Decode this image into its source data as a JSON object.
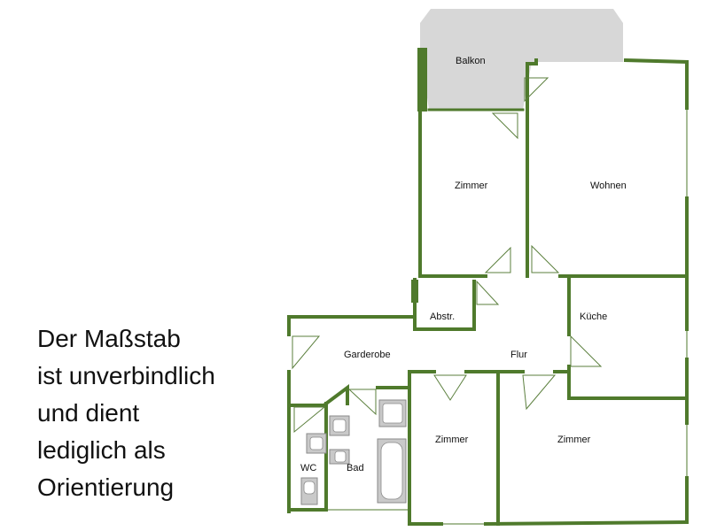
{
  "colors": {
    "wall": "#4f7a2c",
    "balcony_fill": "#d7d7d7",
    "fixture": "#c9c9c9",
    "text": "#111111"
  },
  "rooms": {
    "balkon": "Balkon",
    "zimmer_top": "Zimmer",
    "wohnen": "Wohnen",
    "abstr": "Abstr.",
    "kueche": "Küche",
    "garderobe": "Garderobe",
    "flur": "Flur",
    "zimmer_mid": "Zimmer",
    "zimmer_right": "Zimmer",
    "wc": "WC",
    "bad": "Bad"
  },
  "note": {
    "line1": "Der Maßstab",
    "line2": "ist unverbindlich",
    "line3": "und dient",
    "line4": "lediglich als",
    "line5": "Orientierung"
  }
}
